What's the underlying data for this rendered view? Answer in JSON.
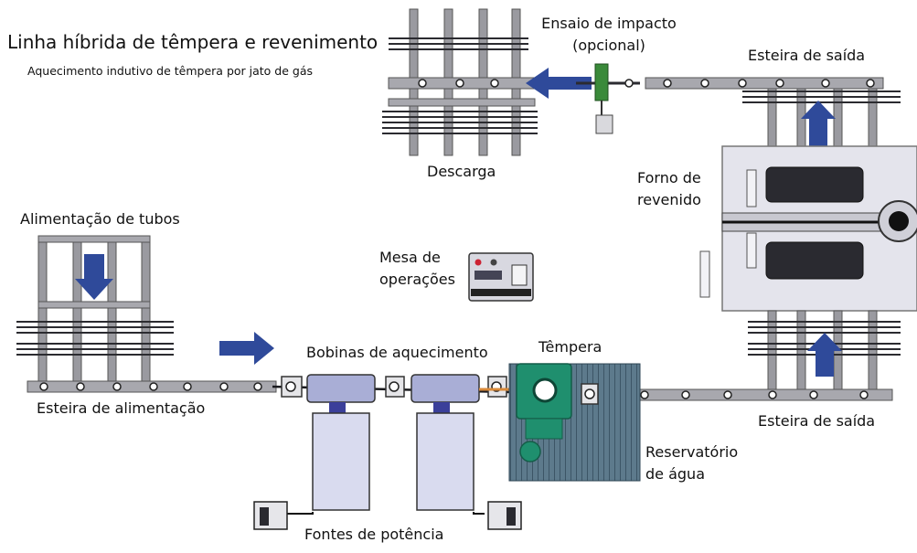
{
  "diagram": {
    "title": "Linha híbrida de têmpera e revenimento",
    "subtitle": "Aquecimento indutivo de têmpera por jato de gás",
    "labels": {
      "impact_test_line1": "Ensaio de impacto",
      "impact_test_line2": "(opcional)",
      "exit_conveyor_top": "Esteira de saída",
      "discharge": "Descarga",
      "tempering_furnace_line1": "Forno de",
      "tempering_furnace_line2": "revenido",
      "tube_feed": "Alimentação de tubos",
      "operations_desk_line1": "Mesa de",
      "operations_desk_line2": "operações",
      "heating_coils": "Bobinas de aquecimento",
      "quench": "Têmpera",
      "feed_conveyor": "Esteira de alimentação",
      "exit_conveyor_bottom": "Esteira de saída",
      "water_tank_line1": "Reservatório",
      "water_tank_line2": "de água",
      "power_sources": "Fontes de potência"
    },
    "colors": {
      "arrow": "#2f4a9a",
      "frame": "#8f8f95",
      "rail": "#2b2b30",
      "quench": "#1f8f6e",
      "tank": "#4d6b7d",
      "coil": "#a9aed6",
      "coil_stem": "#3b3f9a",
      "power": "#d9dbef",
      "impact": "#3a8a3a",
      "furnace": "#e4e4ec"
    }
  }
}
